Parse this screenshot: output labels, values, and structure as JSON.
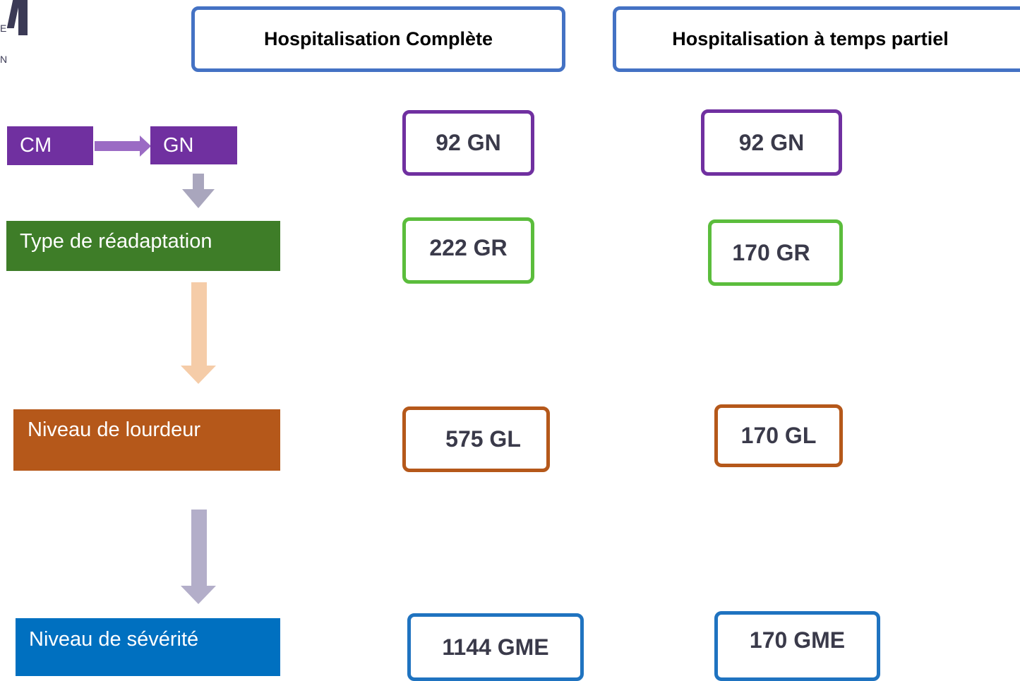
{
  "logo": {
    "letter_e": "E",
    "letters_on": "N"
  },
  "headers": {
    "complete": "Hospitalisation Complète",
    "partial": "Hospitalisation à temps partiel"
  },
  "flow": {
    "cm": "CM",
    "gn": "GN",
    "type": "Type de réadaptation",
    "lourdeur": "Niveau de lourdeur",
    "severite": "Niveau de sévérité"
  },
  "complete": {
    "gn": "92 GN",
    "gr": "222 GR",
    "gl": "575 GL",
    "gme": "1144 GME"
  },
  "partial": {
    "gn": "92 GN",
    "gr": "170 GR",
    "gl": "170 GL",
    "gme": "170 GME"
  },
  "colors": {
    "purple": "#7030a0",
    "green": "#3e7d28",
    "brown": "#b5581a",
    "blue": "#0070c0",
    "header_border": "#4472c4"
  }
}
